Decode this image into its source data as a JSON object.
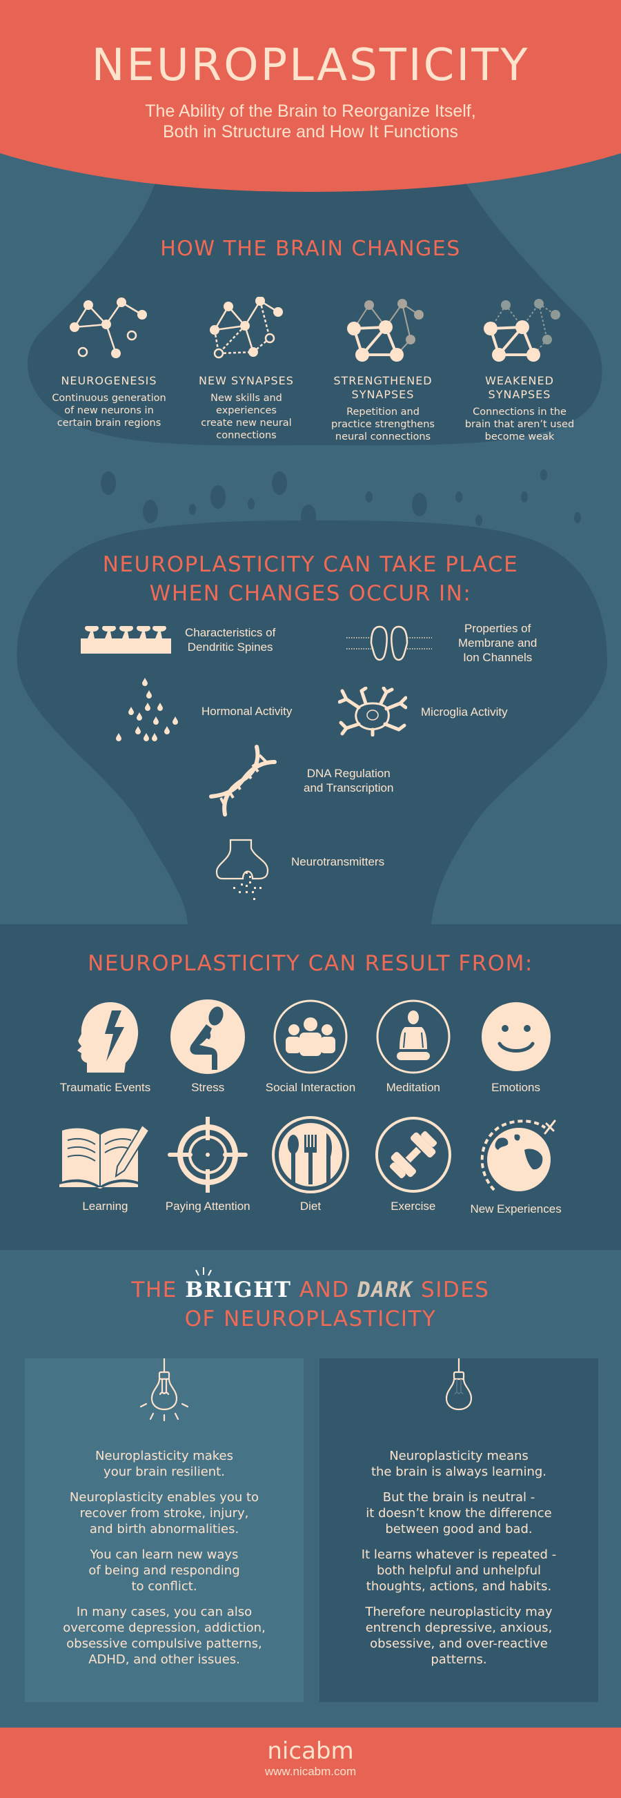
{
  "header": {
    "title": "NEUROPLASTICITY",
    "subtitle_line1": "The Ability of the Brain to Reorganize Itself,",
    "subtitle_line2": "Both in Structure and How It Functions"
  },
  "colors": {
    "coral": "#e76455",
    "coral_text": "#f06a55",
    "cream": "#fde3cc",
    "navy_light": "#3e677c",
    "navy_dark": "#33586b",
    "panel_bright": "#477387",
    "panel_dark": "#33586b"
  },
  "how_brain_changes": {
    "title": "HOW THE BRAIN CHANGES",
    "items": [
      {
        "icon": "neuron-network-icon",
        "name_line1": "NEUROGENESIS",
        "name_line2": "",
        "desc": [
          "Continuous generation",
          "of new neurons in",
          "certain brain regions"
        ]
      },
      {
        "icon": "new-synapses-icon",
        "name_line1": "NEW SYNAPSES",
        "name_line2": "",
        "desc": [
          "New skills and",
          "experiences",
          "create new neural",
          "connections"
        ]
      },
      {
        "icon": "strengthened-synapses-icon",
        "name_line1": "STRENGTHENED",
        "name_line2": "SYNAPSES",
        "desc": [
          "Repetition and",
          "practice strengthens",
          "neural connections"
        ]
      },
      {
        "icon": "weakened-synapses-icon",
        "name_line1": "WEAKENED",
        "name_line2": "SYNAPSES",
        "desc": [
          "Connections in the",
          "brain that aren’t used",
          "become weak"
        ]
      }
    ]
  },
  "changes_occur_in": {
    "title_line1": "NEUROPLASTICITY CAN TAKE PLACE",
    "title_line2": "WHEN CHANGES OCCUR IN:",
    "items": [
      {
        "icon": "dendritic-spines-icon",
        "lines": [
          "Characteristics of",
          "Dendritic Spines"
        ]
      },
      {
        "icon": "ion-channel-icon",
        "lines": [
          "Properties of",
          "Membrane and",
          "Ion Channels"
        ]
      },
      {
        "icon": "hormone-drops-icon",
        "lines": [
          "Hormonal Activity"
        ]
      },
      {
        "icon": "microglia-icon",
        "lines": [
          "Microglia Activity"
        ]
      },
      {
        "icon": "dna-icon",
        "lines": [
          "DNA Regulation",
          "and Transcription"
        ]
      },
      {
        "icon": "synapse-neurotransmitter-icon",
        "lines": [
          "Neurotransmitters"
        ]
      }
    ]
  },
  "result_from": {
    "title": "NEUROPLASTICITY CAN RESULT FROM:",
    "items": [
      {
        "icon": "head-lightning-icon",
        "label": "Traumatic Events"
      },
      {
        "icon": "stressed-person-icon",
        "label": "Stress"
      },
      {
        "icon": "group-people-icon",
        "label": "Social Interaction"
      },
      {
        "icon": "meditation-icon",
        "label": "Meditation"
      },
      {
        "icon": "smiley-face-icon",
        "label": "Emotions"
      },
      {
        "icon": "book-pencil-icon",
        "label": "Learning"
      },
      {
        "icon": "crosshair-target-icon",
        "label": "Paying Attention"
      },
      {
        "icon": "fork-spoon-knife-icon",
        "label": "Diet"
      },
      {
        "icon": "dumbbell-icon",
        "label": "Exercise"
      },
      {
        "icon": "globe-airplane-icon",
        "label": "New Experiences"
      }
    ]
  },
  "bright_dark": {
    "title_the": "THE",
    "title_bright": "BRIGHT",
    "title_and": "AND",
    "title_dark": "DARK",
    "title_sides": "SIDES",
    "title_line2": "OF NEUROPLASTICITY",
    "bright_panel": {
      "paragraphs": [
        [
          "Neuroplasticity makes",
          "your brain resilient."
        ],
        [
          "Neuroplasticity enables you to",
          "recover from stroke, injury,",
          "and birth abnormalities."
        ],
        [
          "You can learn new ways",
          "of being and responding",
          "to conflict."
        ],
        [
          "In many cases, you can also",
          "overcome depression, addiction,",
          "obsessive compulsive patterns,",
          "ADHD, and other issues."
        ]
      ]
    },
    "dark_panel": {
      "paragraphs": [
        [
          "Neuroplasticity means",
          "the brain is always learning."
        ],
        [
          "But the brain is neutral -",
          "it doesn’t know the difference",
          "between good and bad."
        ],
        [
          "It learns whatever is repeated -",
          "both helpful and unhelpful",
          "thoughts, actions, and habits."
        ],
        [
          "Therefore neuroplasticity may",
          "entrench depressive, anxious,",
          "obsessive, and over-reactive",
          "patterns."
        ]
      ]
    }
  },
  "footer": {
    "brand": "nicabm",
    "url": "www.nicabm.com"
  }
}
